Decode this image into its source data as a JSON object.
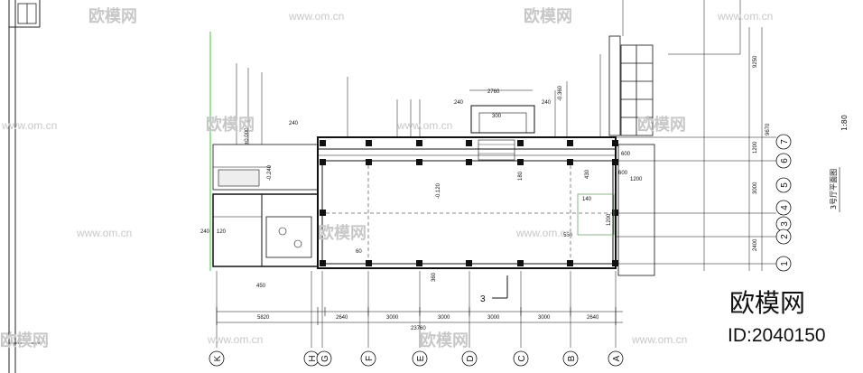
{
  "watermarks": {
    "logo_text": "欧模网",
    "site_url": "www.om.cn"
  },
  "brand": {
    "logo_text": "欧模网",
    "id_text": "ID:2040150"
  },
  "plan": {
    "title": "3号厅平面图",
    "scale": "1:80",
    "total_dimension": "23760",
    "bottom_dimensions": [
      "5820",
      "2640",
      "3000",
      "3000",
      "3000",
      "3000",
      "2640"
    ],
    "top_dimensions": [
      "2760",
      "240",
      "240",
      "300",
      "240"
    ],
    "right_dimensions": [
      "9250",
      "1200",
      "3000",
      "2400",
      "9670",
      "600",
      "1200"
    ],
    "level_marks": [
      "-0.120",
      "-0.360",
      "-0.240",
      "±0.000"
    ],
    "small_dimensions": [
      "240",
      "120",
      "450",
      "60",
      "360",
      "180",
      "550",
      "140",
      "1200",
      "600",
      "430"
    ],
    "column_axes": [
      "K",
      "H",
      "G",
      "F",
      "E",
      "D",
      "C",
      "B",
      "A"
    ],
    "row_axes": [
      "7",
      "6",
      "5",
      "4",
      "3",
      "2",
      "1"
    ],
    "section_mark": "3"
  }
}
